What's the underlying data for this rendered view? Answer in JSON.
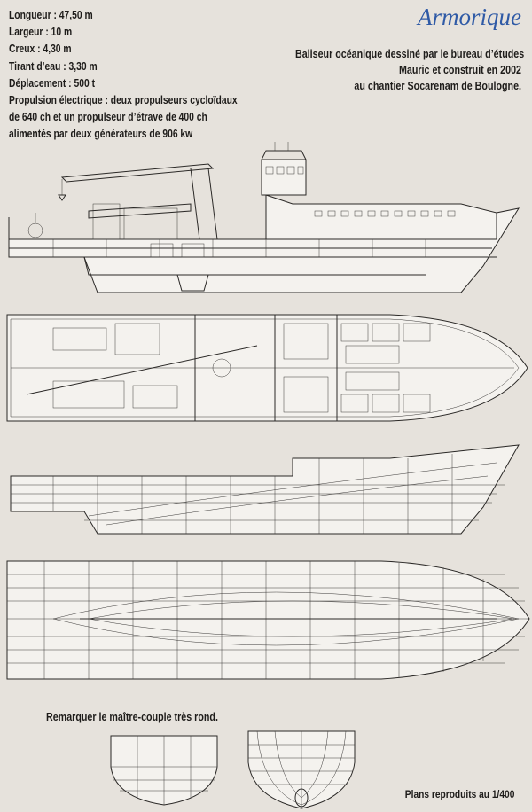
{
  "title": "Armorique",
  "specs": [
    {
      "label": "Longueur :",
      "value": "47,50 m"
    },
    {
      "label": "Largeur :",
      "value": "10 m"
    },
    {
      "label": "Creux :",
      "value": "4,30 m"
    },
    {
      "label": "Tirant d’eau :",
      "value": "3,30 m"
    },
    {
      "label": "Déplacement :",
      "value": "500 t"
    }
  ],
  "propulsion": [
    "Propulsion électrique : deux propulseurs cycloïdaux",
    "de 640 ch et un propulseur d’étrave de 400 ch",
    "alimentés par deux générateurs de 906 kw"
  ],
  "description": [
    "Baliseur océanique dessiné par le bureau d’études",
    "Mauric et construit en 2002",
    "au chantier Socarenam de Boulogne."
  ],
  "note": "Remarquer le maître-couple très rond.",
  "scale_note": "Plans reproduits au 1/400",
  "colors": {
    "title": "#2f5aa6",
    "paper": "#e6e2dc",
    "ink": "#2a2826"
  }
}
